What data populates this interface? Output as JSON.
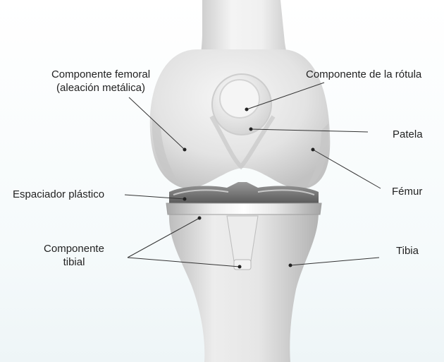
{
  "labels": {
    "femoral_component": {
      "line1": "Componente femoral",
      "line2": "(aleación metálica)"
    },
    "patellar_component": "Componente de la rótula",
    "patella": "Patela",
    "femur": "Fémur",
    "plastic_spacer": "Espaciador plástico",
    "tibial_component": {
      "line1": "Componente",
      "line2": "tibial"
    },
    "tibia": "Tibia"
  },
  "colors": {
    "bone_light": "#f2f2f2",
    "bone_mid": "#d9d9d9",
    "bone_dark": "#b8b8b8",
    "metal": "#cfcfcf",
    "spacer": "#7c7c7c",
    "leader_line": "#333333",
    "dot": "#222222"
  }
}
